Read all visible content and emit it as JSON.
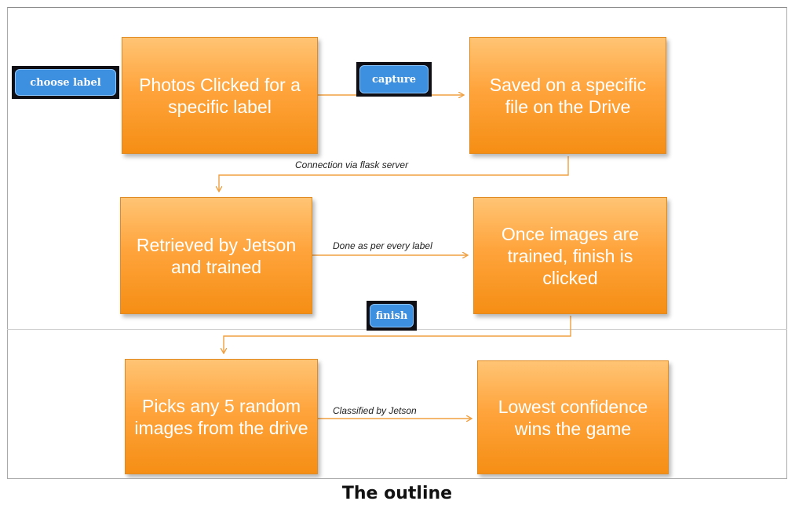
{
  "diagram": {
    "nodes": {
      "photos": "Photos Clicked for a specific label",
      "saved": "Saved on a specific file on the Drive",
      "retrieved": "Retrieved by Jetson and trained",
      "once": "Once images are trained, finish is clicked",
      "picks": "Picks any 5 random images from the drive",
      "lowest": "Lowest confidence wins the game"
    },
    "blocks": {
      "choose_label": "choose label",
      "capture": "capture",
      "finish": "finish"
    },
    "edge_labels": {
      "connection": "Connection via flask server",
      "done": "Done as per every label",
      "classified": "Classified by Jetson"
    },
    "colors": {
      "box_fill": "#f9a03f",
      "arrow": "#f0a040",
      "block_fill": "#3d8fe0"
    }
  },
  "caption": "The outline"
}
